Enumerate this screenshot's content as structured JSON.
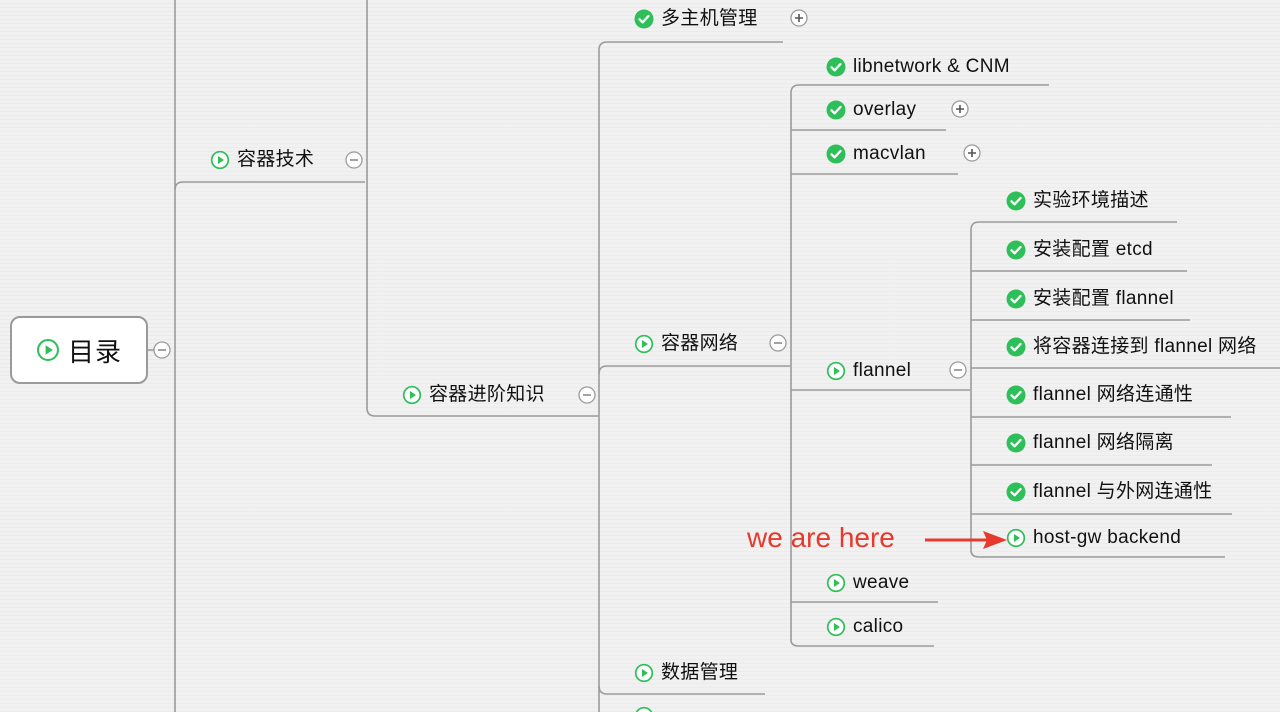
{
  "root": {
    "label": "目录",
    "icon": "play-circle-icon"
  },
  "nodes": {
    "rongqi_jishu": "容器技术",
    "rongqi_jinjie": "容器进阶知识",
    "duozhuji": "多主机管理",
    "rongqi_wangluo": "容器网络",
    "shuju_guanli": "数据管理",
    "libnetwork": "libnetwork & CNM",
    "overlay": "overlay",
    "macvlan": "macvlan",
    "flannel": "flannel",
    "weave": "weave",
    "calico": "calico",
    "shiyan_huanjing": "实验环境描述",
    "anzhuang_etcd": "安装配置 etcd",
    "anzhuang_flannel": "安装配置 flannel",
    "lianjie_flannel": "将容器连接到 flannel 网络",
    "liantongxing": "flannel 网络连通性",
    "geli": "flannel 网络隔离",
    "waiwang": "flannel 与外网连通性",
    "hostgw": "host-gw backend"
  },
  "annotation": {
    "text": "we are here",
    "color": "#e63a2e"
  },
  "colors": {
    "check": "#2fbf59",
    "play": "#2fbf59",
    "line": "#9b9b9b",
    "annotation": "#e63a2e",
    "background": "#f1f1f1"
  },
  "icons": {
    "completed": "check-circle-icon",
    "in_progress": "play-circle-icon",
    "expand": "plus-circle-icon",
    "collapse": "minus-circle-icon"
  }
}
